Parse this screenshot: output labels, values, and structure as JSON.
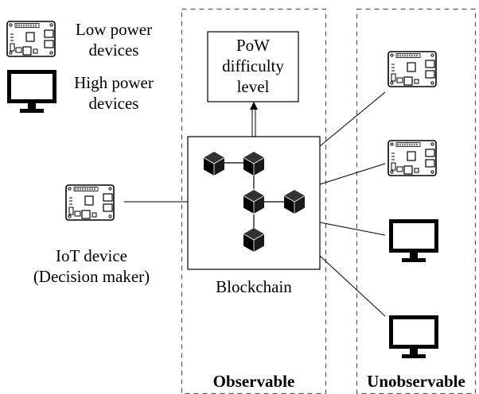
{
  "legend": {
    "low_power_line1": "Low power",
    "low_power_line2": "devices",
    "high_power_line1": "High power",
    "high_power_line2": "devices"
  },
  "pow_box": {
    "line1": "PoW",
    "line2": "difficulty",
    "line3": "level"
  },
  "blockchain_label": "Blockchain",
  "iot_device": {
    "line1": "IoT device",
    "line2": "(Decision maker)"
  },
  "regions": {
    "observable": "Observable",
    "unobservable": "Unobservable"
  },
  "icons": {
    "low_power": "circuit-board-icon",
    "high_power": "monitor-icon",
    "block": "cube-icon"
  }
}
